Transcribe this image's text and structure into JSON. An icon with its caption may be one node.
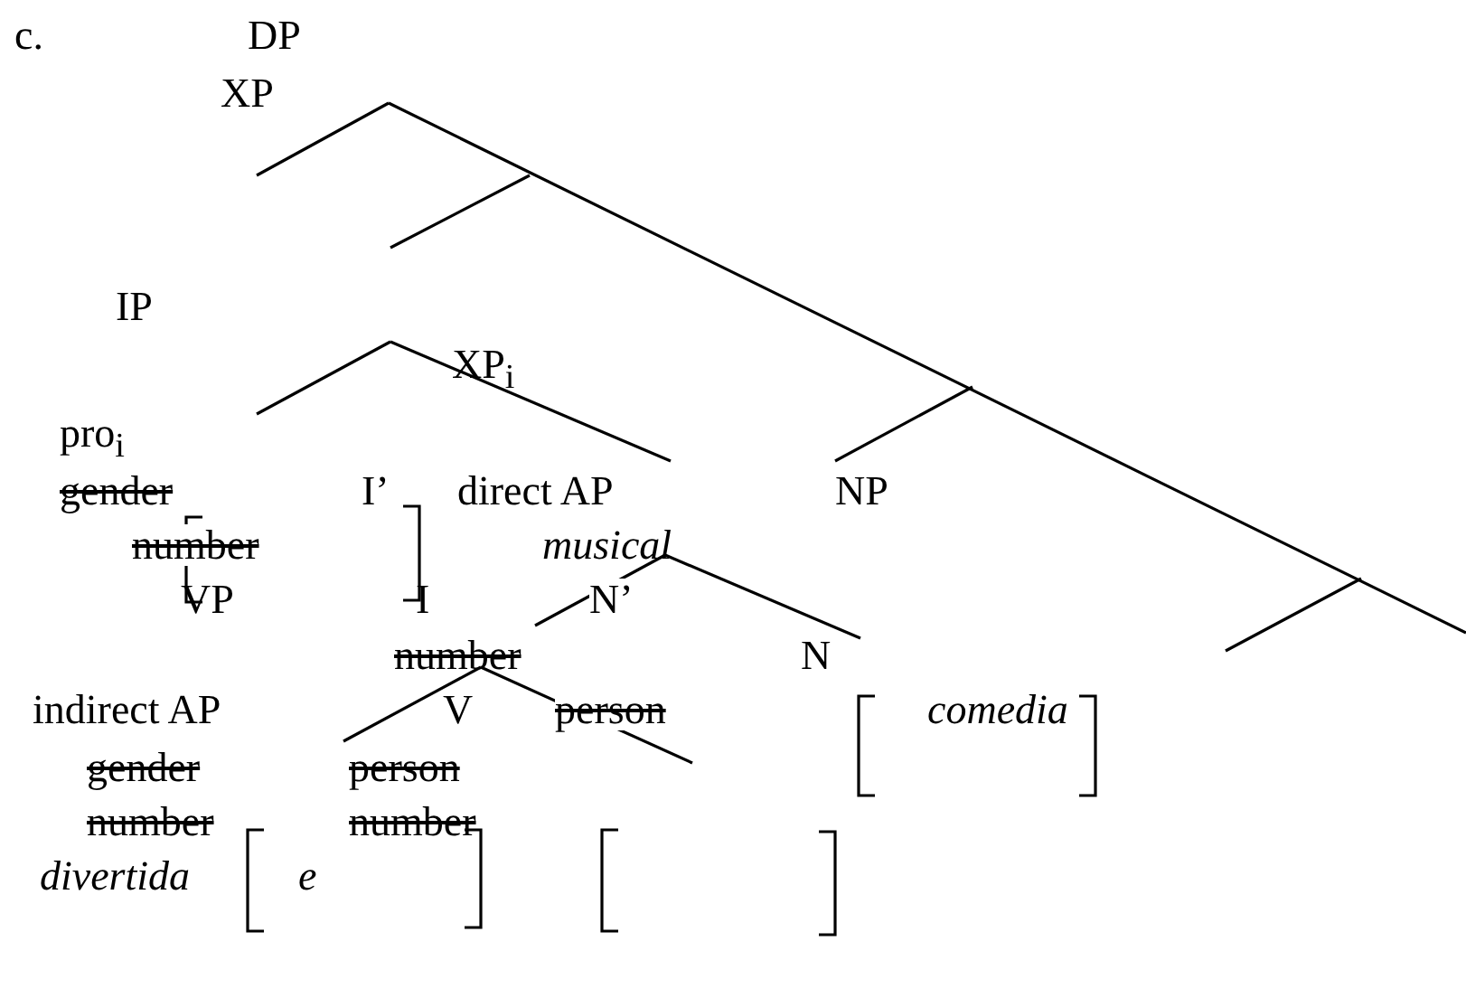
{
  "diagram": {
    "labels": [
      "c.",
      "DP",
      "XP",
      "IP",
      "XP$_{i}$",
      "pro$_{i}$",
      "gender",
      "I’",
      "direct AP",
      "NP",
      "number",
      "musical",
      "VP",
      "I",
      "N’",
      "number",
      "N",
      "indirect AP",
      "V",
      "person",
      "comedia",
      "gender",
      "person",
      "number",
      "number",
      "divertida",
      "e"
    ]
  }
}
